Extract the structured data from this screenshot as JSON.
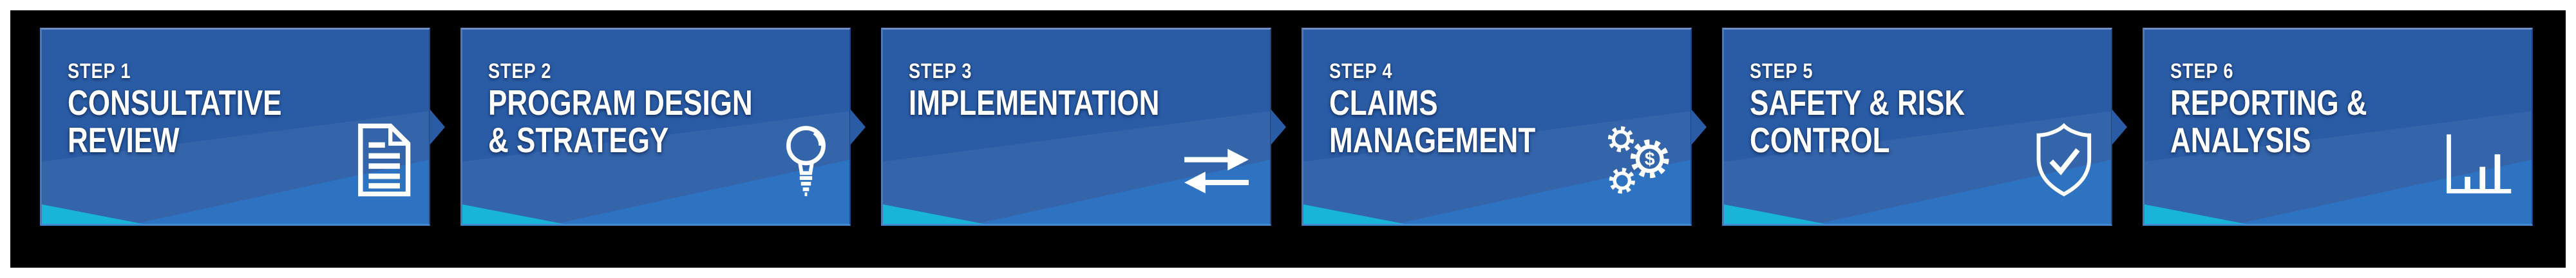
{
  "theme": {
    "panel_black": "#000000",
    "box_blue": "#2a5ca6",
    "wave_blue": "#2e72c2",
    "teal_accent": "#18b5d8",
    "text_white": "#ffffff"
  },
  "icons": {
    "gear_dollar_glyph": "$"
  },
  "steps": [
    {
      "step_label": "STEP 1",
      "title_lines": [
        "CONSULTATIVE",
        "REVIEW"
      ],
      "icon": "document-icon"
    },
    {
      "step_label": "STEP 2",
      "title_lines": [
        "PROGRAM DESIGN",
        "& STRATEGY"
      ],
      "icon": "lightbulb-icon"
    },
    {
      "step_label": "STEP 3",
      "title_lines": [
        "IMPLEMENTATION"
      ],
      "icon": "transfer-arrows-icon"
    },
    {
      "step_label": "STEP 4",
      "title_lines": [
        "CLAIMS",
        "MANAGEMENT"
      ],
      "icon": "gears-dollar-icon"
    },
    {
      "step_label": "STEP 5",
      "title_lines": [
        "SAFETY & RISK",
        "CONTROL"
      ],
      "icon": "shield-check-icon"
    },
    {
      "step_label": "STEP 6",
      "title_lines": [
        "REPORTING &",
        "ANALYSIS"
      ],
      "icon": "bar-chart-icon"
    }
  ]
}
